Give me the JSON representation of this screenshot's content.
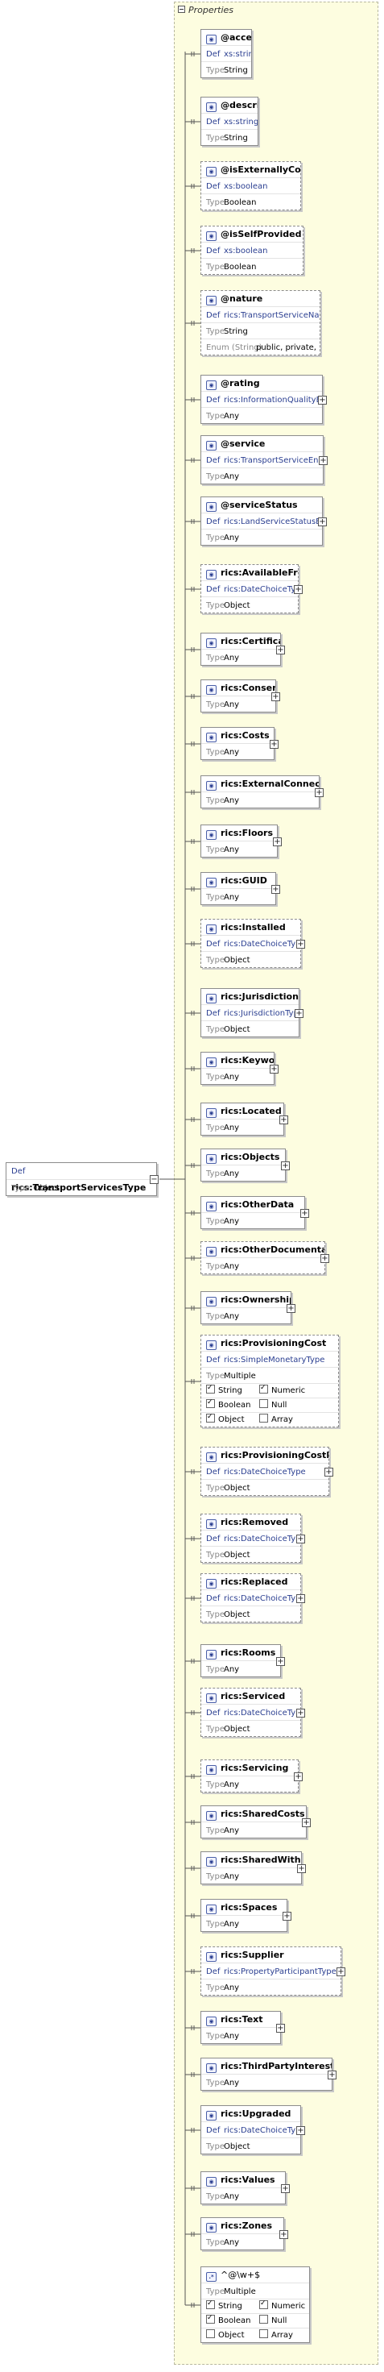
{
  "panel": {
    "title": "Properties"
  },
  "root": {
    "def_label": "Def",
    "name": "rics:TransportServicesType",
    "type_label": "Type",
    "type": "Object"
  },
  "props": [
    {
      "name": "@access",
      "rows": [
        [
          "Def",
          "xs:string"
        ],
        [
          "Type",
          "String"
        ]
      ]
    },
    {
      "name": "@description",
      "rows": [
        [
          "Def",
          "xs:string"
        ],
        [
          "Type",
          "String"
        ]
      ]
    },
    {
      "name": "@isExternallyConnected",
      "rows": [
        [
          "Def",
          "xs:boolean"
        ],
        [
          "Type",
          "Boolean"
        ]
      ]
    },
    {
      "name": "@isSelfProvided",
      "rows": [
        [
          "Def",
          "xs:boolean"
        ],
        [
          "Type",
          "Boolean"
        ]
      ]
    },
    {
      "name": "@nature",
      "rows": [
        [
          "Def",
          "rics:TransportServiceNatureE..."
        ],
        [
          "Type",
          "String"
        ],
        [
          "Enum (String)",
          "public, private, ind..."
        ]
      ]
    },
    {
      "name": "@rating",
      "rows": [
        [
          "Def",
          "rics:InformationQualityEnum"
        ],
        [
          "Type",
          "Any"
        ]
      ]
    },
    {
      "name": "@service",
      "rows": [
        [
          "Def",
          "rics:TransportServiceEnum"
        ],
        [
          "Type",
          "Any"
        ]
      ]
    },
    {
      "name": "@serviceStatus",
      "rows": [
        [
          "Def",
          "rics:LandServiceStatusEnum"
        ],
        [
          "Type",
          "Any"
        ]
      ]
    },
    {
      "name": "rics:AvailableFrom",
      "rows": [
        [
          "Def",
          "rics:DateChoiceType"
        ],
        [
          "Type",
          "Object"
        ]
      ]
    },
    {
      "name": "rics:Certificates",
      "rows": [
        [
          "Type",
          "Any"
        ]
      ]
    },
    {
      "name": "rics:Consent",
      "rows": [
        [
          "Type",
          "Any"
        ]
      ]
    },
    {
      "name": "rics:Costs",
      "rows": [
        [
          "Type",
          "Any"
        ]
      ]
    },
    {
      "name": "rics:ExternalConnection",
      "rows": [
        [
          "Type",
          "Any"
        ]
      ]
    },
    {
      "name": "rics:Floors",
      "rows": [
        [
          "Type",
          "Any"
        ]
      ]
    },
    {
      "name": "rics:GUID",
      "rows": [
        [
          "Type",
          "Any"
        ]
      ]
    },
    {
      "name": "rics:Installed",
      "rows": [
        [
          "Def",
          "rics:DateChoiceType"
        ],
        [
          "Type",
          "Object"
        ]
      ]
    },
    {
      "name": "rics:Jurisdiction",
      "rows": [
        [
          "Def",
          "rics:JurisdictionType"
        ],
        [
          "Type",
          "Object"
        ]
      ]
    },
    {
      "name": "rics:Keywords",
      "rows": [
        [
          "Type",
          "Any"
        ]
      ]
    },
    {
      "name": "rics:Located",
      "rows": [
        [
          "Type",
          "Any"
        ]
      ]
    },
    {
      "name": "rics:Objects",
      "rows": [
        [
          "Type",
          "Any"
        ]
      ]
    },
    {
      "name": "rics:OtherData",
      "rows": [
        [
          "Type",
          "Any"
        ]
      ]
    },
    {
      "name": "rics:OtherDocumentation",
      "rows": [
        [
          "Type",
          "Any"
        ]
      ]
    },
    {
      "name": "rics:Ownership",
      "rows": [
        [
          "Type",
          "Any"
        ]
      ]
    },
    {
      "name": "rics:ProvisioningCost",
      "rows": [
        [
          "Def",
          "rics:SimpleMonetaryType"
        ],
        [
          "Type",
          "Multiple"
        ]
      ],
      "checks": [
        [
          "String",
          true
        ],
        [
          "Numeric",
          true
        ],
        [
          "Boolean",
          true
        ],
        [
          "Null",
          false
        ],
        [
          "Object",
          true
        ],
        [
          "Array",
          false
        ]
      ]
    },
    {
      "name": "rics:ProvisioningCostDate",
      "rows": [
        [
          "Def",
          "rics:DateChoiceType"
        ],
        [
          "Type",
          "Object"
        ]
      ]
    },
    {
      "name": "rics:Removed",
      "rows": [
        [
          "Def",
          "rics:DateChoiceType"
        ],
        [
          "Type",
          "Object"
        ]
      ]
    },
    {
      "name": "rics:Replaced",
      "rows": [
        [
          "Def",
          "rics:DateChoiceType"
        ],
        [
          "Type",
          "Object"
        ]
      ]
    },
    {
      "name": "rics:Rooms",
      "rows": [
        [
          "Type",
          "Any"
        ]
      ]
    },
    {
      "name": "rics:Serviced",
      "rows": [
        [
          "Def",
          "rics:DateChoiceType"
        ],
        [
          "Type",
          "Object"
        ]
      ]
    },
    {
      "name": "rics:Servicing",
      "rows": [
        [
          "Type",
          "Any"
        ]
      ]
    },
    {
      "name": "rics:SharedCosts",
      "rows": [
        [
          "Type",
          "Any"
        ]
      ]
    },
    {
      "name": "rics:SharedWith",
      "rows": [
        [
          "Type",
          "Any"
        ]
      ]
    },
    {
      "name": "rics:Spaces",
      "rows": [
        [
          "Type",
          "Any"
        ]
      ]
    },
    {
      "name": "rics:Supplier",
      "rows": [
        [
          "Def",
          "rics:PropertyParticipantType"
        ],
        [
          "Type",
          "Any"
        ]
      ]
    },
    {
      "name": "rics:Text",
      "rows": [
        [
          "Type",
          "Any"
        ]
      ]
    },
    {
      "name": "rics:ThirdPartyInterests",
      "rows": [
        [
          "Type",
          "Any"
        ]
      ]
    },
    {
      "name": "rics:Upgraded",
      "rows": [
        [
          "Def",
          "rics:DateChoiceType"
        ],
        [
          "Type",
          "Object"
        ]
      ]
    },
    {
      "name": "rics:Values",
      "rows": [
        [
          "Type",
          "Any"
        ]
      ]
    },
    {
      "name": "rics:Zones",
      "rows": [
        [
          "Type",
          "Any"
        ]
      ]
    },
    {
      "name": "^@\\w+$",
      "pattern": true,
      "rows": [
        [
          "Type",
          "Multiple"
        ]
      ],
      "checks": [
        [
          "String",
          true
        ],
        [
          "Numeric",
          true
        ],
        [
          "Boolean",
          true
        ],
        [
          "Null",
          false
        ],
        [
          "Object",
          false
        ],
        [
          "Array",
          false
        ]
      ]
    }
  ]
}
